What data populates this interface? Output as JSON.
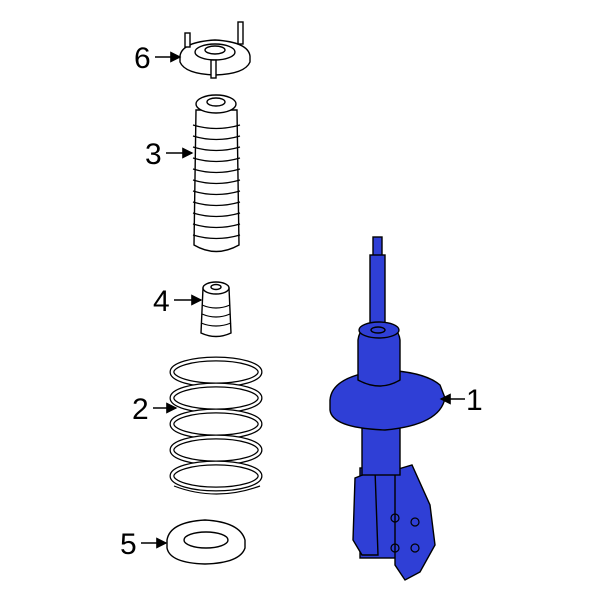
{
  "colors": {
    "highlight": "#2f3fd6",
    "line": "#000000",
    "background": "#ffffff"
  },
  "callouts": [
    {
      "label": "1",
      "part": "strut-assembly"
    },
    {
      "label": "2",
      "part": "coil-spring"
    },
    {
      "label": "3",
      "part": "dust-boot"
    },
    {
      "label": "4",
      "part": "bump-stop"
    },
    {
      "label": "5",
      "part": "spring-seat"
    },
    {
      "label": "6",
      "part": "strut-mount"
    }
  ]
}
